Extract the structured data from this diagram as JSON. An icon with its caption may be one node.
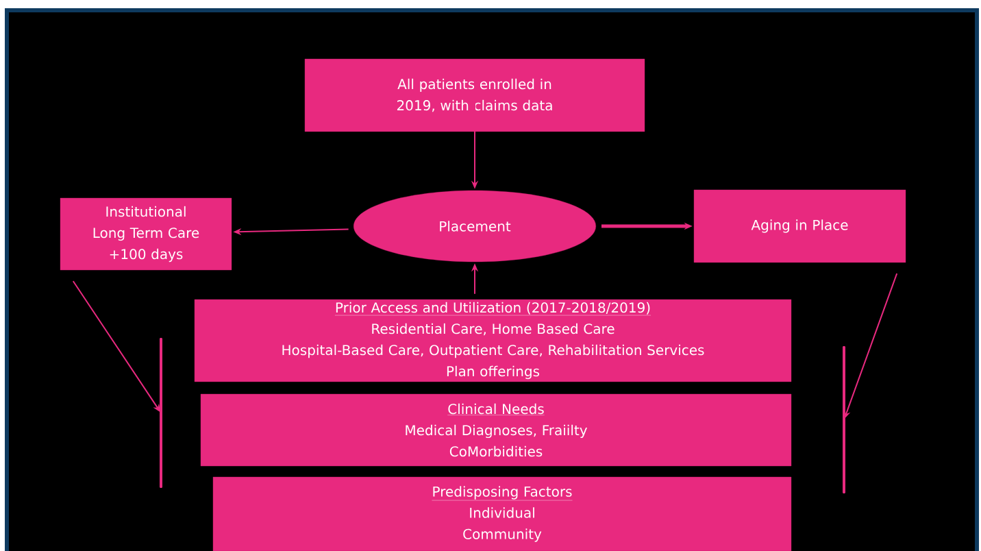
{
  "diagram": {
    "nodes": [
      {
        "text": [
          "All patients enrolled in 2019, with claims data"
        ]
      },
      {
        "text": [
          "Placement"
        ]
      },
      {
        "text": [
          "Institutional Long Term Care +100 days"
        ]
      },
      {
        "text": [
          "Aging in Place"
        ]
      },
      {
        "text": [
          "Prior Access and Utilization (2017-2018/2019)",
          "Residential Care, Home Based Care",
          "Hospital-Based Care, Outpatient Care, Rehabilitation Services",
          "Plan offerings"
        ]
      },
      {
        "text": [
          "Clinical Needs",
          "Medical Diagnoses, Fraiilty",
          "CoMorbidities"
        ]
      },
      {
        "text": [
          "Predisposing Factors",
          "Individual",
          "Community"
        ]
      },
      {
        "text": [],
        "shape": "bar"
      },
      {
        "text": [],
        "shape": "bar"
      }
    ],
    "edges": [
      {
        "from": 0,
        "to": 1,
        "arrow": "to"
      },
      {
        "from": 1,
        "to": 2,
        "arrow": "to"
      },
      {
        "from": 1,
        "to": 3,
        "arrow": "to",
        "style": "thick"
      },
      {
        "from": 4,
        "to": 1,
        "arrow": "to"
      },
      {
        "from": 2,
        "to": 7,
        "arrow": "to"
      },
      {
        "from": 3,
        "to": 8,
        "arrow": "to"
      }
    ]
  }
}
